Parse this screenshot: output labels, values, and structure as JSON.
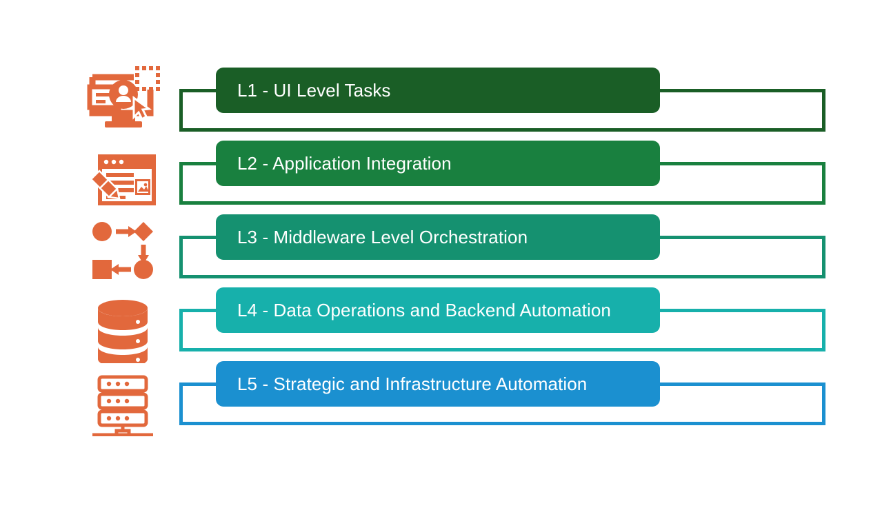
{
  "diagram": {
    "type": "hierarchy-levels",
    "orientation": "vertical-stack",
    "background_color": "#ffffff",
    "icon_color": "#E2683C",
    "levels": [
      {
        "id": "L1",
        "code": "L1",
        "label": "L1 - UI Level Tasks",
        "title": "UI Level Tasks",
        "color": "#1A5E26",
        "icon": "monitor-user-cursor-icon",
        "icon_description": "monitor screen with user avatar, content card, dashed selection box and mouse cursor"
      },
      {
        "id": "L2",
        "code": "L2",
        "label": "L2 - Application Integration",
        "title": "Application Integration",
        "color": "#19803F",
        "icon": "browser-window-pencil-icon",
        "icon_description": "browser window with text lines, image placeholder and editing pencil"
      },
      {
        "id": "L3",
        "code": "L3",
        "label": "L3 - Middleware Level Orchestration",
        "title": "Middleware Level Orchestration",
        "color": "#159170",
        "icon": "flowchart-nodes-icon",
        "icon_description": "flowchart of circle, diamond, circle and square connected by arrows"
      },
      {
        "id": "L4",
        "code": "L4",
        "label": "L4 - Data Operations and Backend Automation",
        "title": "Data Operations and Backend Automation",
        "color": "#17B0AB",
        "icon": "database-cylinder-icon",
        "icon_description": "three-tier database cylinder with status dots"
      },
      {
        "id": "L5",
        "code": "L5",
        "label": "L5 - Strategic and Infrastructure Automation",
        "title": "Strategic and Infrastructure Automation",
        "color": "#1B90D0",
        "icon": "server-rack-network-icon",
        "icon_description": "three stacked server units with indicator dots connected to a network bus"
      }
    ]
  }
}
